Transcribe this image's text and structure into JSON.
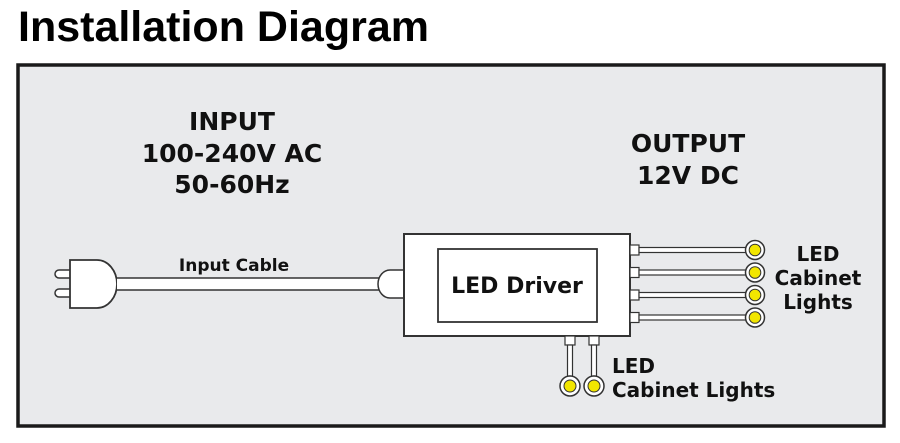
{
  "title": "Installation Diagram",
  "input": {
    "heading": "INPUT",
    "voltage": "100-240V AC",
    "frequency": "50-60Hz",
    "cable_label": "Input Cable"
  },
  "output": {
    "heading": "OUTPUT",
    "voltage": "12V DC"
  },
  "driver": {
    "label": "LED Driver"
  },
  "right_lights": {
    "count": 4,
    "label_lines": [
      "LED",
      "Cabinet",
      "Lights"
    ]
  },
  "bottom_lights": {
    "count": 2,
    "label_lines": [
      "LED",
      "Cabinet Lights"
    ]
  },
  "colors": {
    "panel_bg": "#e9eaec",
    "frame": "#1a1a1a",
    "light_fill": "#f2e600",
    "component_fill": "#ffffff",
    "stroke": "#333333"
  }
}
